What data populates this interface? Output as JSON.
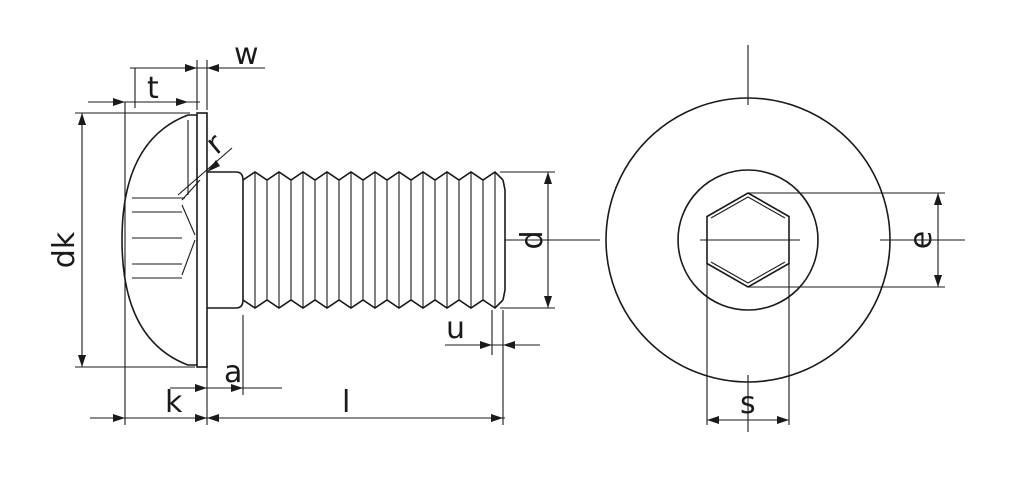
{
  "labels": {
    "w": "w",
    "t": "t",
    "r": "r",
    "dk": "dk",
    "d": "d",
    "u": "u",
    "a": "a",
    "k": "k",
    "l": "l",
    "e": "e",
    "s": "s"
  },
  "colors": {
    "line": "#1a1a1a",
    "background": "#ffffff"
  }
}
